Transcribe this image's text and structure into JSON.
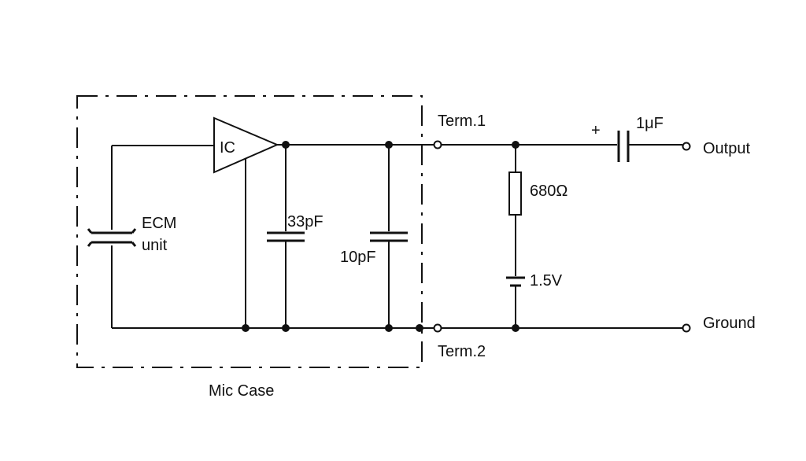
{
  "labels": {
    "ic": "IC",
    "ecm_line1": "ECM",
    "ecm_line2": "unit",
    "cap_33": "33pF",
    "cap_10": "10pF",
    "term1": "Term.1",
    "term2": "Term.2",
    "resistor": "680Ω",
    "battery": "1.5V",
    "plus": "+",
    "cap_out": "1μF",
    "output": "Output",
    "ground": "Ground",
    "mic_case": "Mic Case"
  }
}
